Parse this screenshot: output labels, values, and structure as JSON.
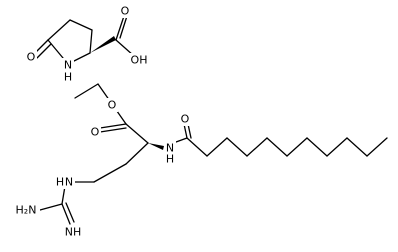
{
  "atoms": {
    "pyroglu_ring_o": "O",
    "pyroglu_n": "N",
    "pyroglu_h": "H",
    "pyroglu_acid_o": "O",
    "pyroglu_acid_oh": "OH",
    "ester_o": "O",
    "carbonyl_o": "O",
    "amide_o": "O",
    "amide_n": "N",
    "amide_h": "H",
    "guan_nh": "N",
    "guan_nh_h": "H",
    "guan_nh2": "H₂N",
    "guan_imine": "NH"
  },
  "colors": {
    "bond": "#000000",
    "label": "#000000",
    "background": "#ffffff"
  }
}
